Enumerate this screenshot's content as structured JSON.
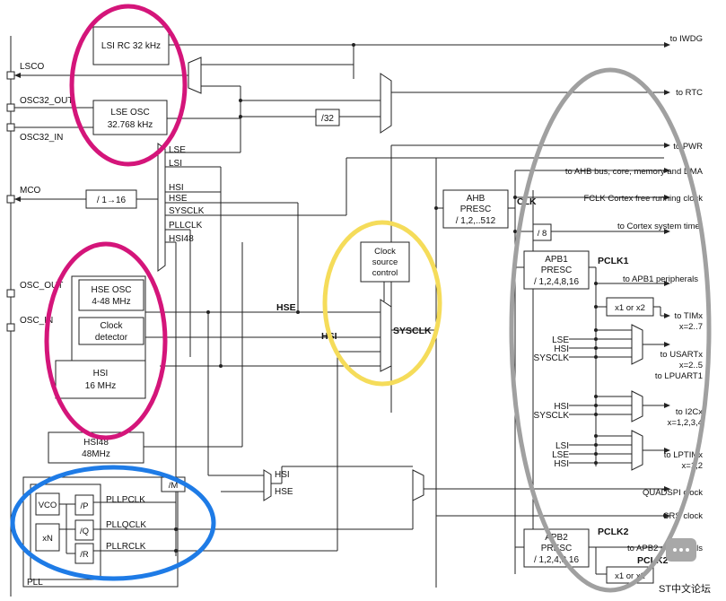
{
  "pins": {
    "lsco": "LSCO",
    "osc32_out": "OSC32_OUT",
    "osc32_in": "OSC32_IN",
    "mco": "MCO",
    "osc_out": "OSC_OUT",
    "osc_in": "OSC_IN"
  },
  "blocks": {
    "lsi_rc": "LSI RC 32 kHz",
    "lse_osc_1": "LSE OSC",
    "lse_osc_2": "32.768 kHz",
    "hse_osc_1": "HSE OSC",
    "hse_osc_2": "4-48 MHz",
    "clock_detector_1": "Clock",
    "clock_detector_2": "detector",
    "hsi_1": "HSI",
    "hsi_2": "16 MHz",
    "hsi48_1": "HSI48",
    "hsi48_2": "48MHz",
    "div32": "/32",
    "mco_div": "/ 1→16",
    "clock_source_1": "Clock",
    "clock_source_2": "source",
    "clock_source_3": "control",
    "ahb_1": "AHB",
    "ahb_2": "PRESC",
    "ahb_3": "/ 1,2,..512",
    "div8": "/ 8",
    "apb1_1": "APB1",
    "apb1_2": "PRESC",
    "apb1_3": "/ 1,2,4,8,16",
    "x1x2_a": "x1 or x2",
    "apb2_1": "APB2",
    "apb2_2": "PRESC",
    "apb2_3": "/ 1,2,4,8,16",
    "x1x2_b": "x1 or x2",
    "vco": "VCO",
    "xn": "xN",
    "p_div": "/P",
    "q_div": "/Q",
    "r_div": "/R",
    "pll_m": "/M",
    "pll_label": "PLL"
  },
  "mco_sources": [
    "LSE",
    "LSI",
    "HSI",
    "HSE",
    "SYSCLK",
    "PLLCLK",
    "HSI48"
  ],
  "pll_sources": [
    "HSI",
    "HSE"
  ],
  "pll_outputs": [
    "PLLPCLK",
    "PLLQCLK",
    "PLLRCLK"
  ],
  "signals": {
    "hse": "HSE",
    "hsi": "HSI",
    "sysclk": "SYSCLK",
    "clk": "CLK",
    "pclk1": "PCLK1",
    "pclk2_a": "PCLK2",
    "pclk2_b": "PCLK2"
  },
  "usart_mux": [
    "LSE",
    "HSI",
    "SYSCLK"
  ],
  "i2c_mux": [
    "HSI",
    "SYSCLK"
  ],
  "lptim_mux": [
    "LSI",
    "LSE",
    "HSI"
  ],
  "outputs": {
    "iwdg": "to IWDG",
    "rtc": "to RTC",
    "pwr": "to PWR",
    "ahb_bus": "to AHB bus, core, memory and DMA",
    "fclk": "FCLK Cortex free running clock",
    "systimer": "to Cortex system timer",
    "apb1": "to APB1 peripherals",
    "tim_1": "to TIMx",
    "tim_2": "x=2..7",
    "usart_1": "to USARTx",
    "usart_2": "x=2..5",
    "usart_3": "to LPUART1",
    "i2c_1": "to I2Cx",
    "i2c_2": "x=1,2,3,4",
    "lptim_1": "to LPTIMx",
    "lptim_2": "x=1,2",
    "quadspi": "QUADSPI clock",
    "crs": "CRS clock",
    "apb2": "to APB2 peripherals"
  },
  "watermark": "ST中文论坛",
  "highlights": {
    "magenta": "#d4157a",
    "blue": "#1e7be6",
    "yellow": "#f5dc5a",
    "gray": "#a0a0a0"
  }
}
